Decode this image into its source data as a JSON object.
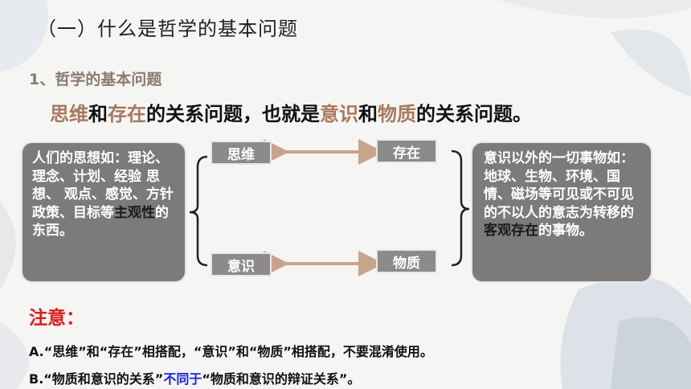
{
  "title": "（一）什么是哲学的基本问题",
  "section_heading": "1、哲学的基本问题",
  "headline": {
    "part1": "思维",
    "part2": "和",
    "part3": "存在",
    "part4": "的关系问题，也就是",
    "part5": "意识",
    "part6": "和",
    "part7": "物质",
    "part8": "的关系问题。"
  },
  "left_box": {
    "text_before": "人们的思想如：理论、理念、计划、经验 思想、 观点、感觉、方针政策、目标等",
    "highlight": "主观性",
    "text_after": "的东西。"
  },
  "right_box": {
    "text_before": "意识以外的一切事物如：地球、生物、环境、国情、磁场等可见或不可见的不以人的意志为转移的",
    "highlight": "客观存在",
    "text_after": "的事物。"
  },
  "labels": {
    "thinking": "思维",
    "existence": "存在",
    "consciousness": "意识",
    "matter": "物质"
  },
  "note_heading": "注意：",
  "note_a": "A.“思维”和“存在”相搭配，“意识”和“物质”相搭配，不要混淆使用。",
  "note_b": {
    "part1": "B.“物质和意识的关系”",
    "part2": "不同于",
    "part3": "“物质和意识的辩证关系”。"
  },
  "colors": {
    "accent_brown": "#a8795e",
    "note_red": "#e01b1b",
    "emphasis_blue": "#1a22e6",
    "box_gray": "#7c7b7a"
  }
}
